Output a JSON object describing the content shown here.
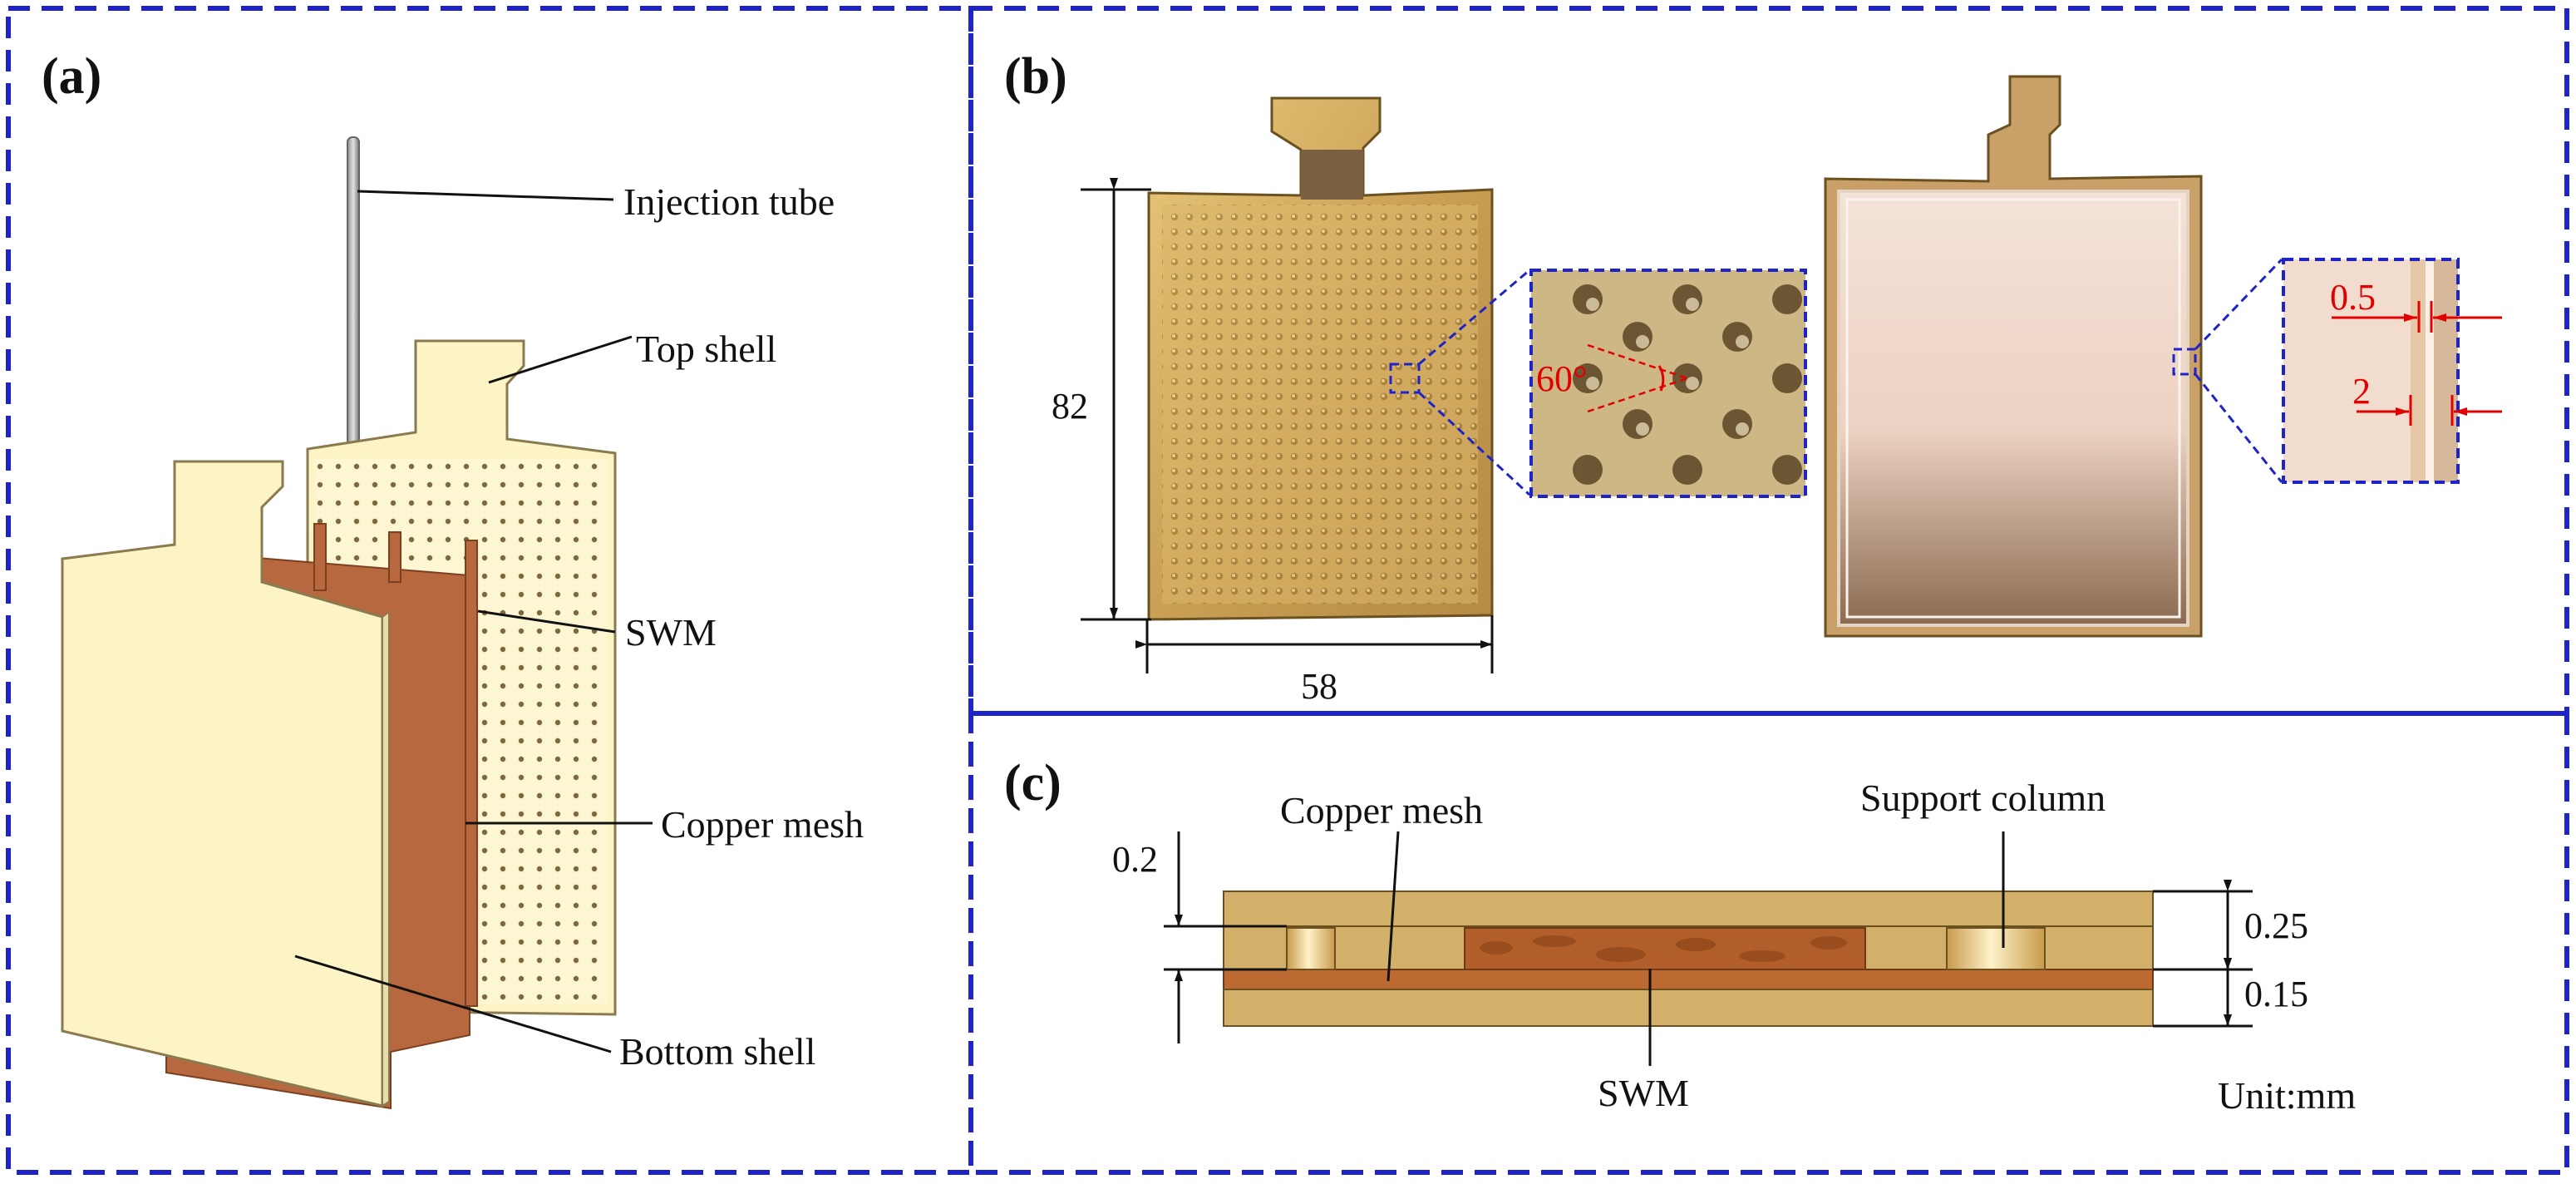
{
  "panels": {
    "a": {
      "letter": "(a)",
      "labels": {
        "injection_tube": "Injection tube",
        "top_shell": "Top shell",
        "swm": "SWM",
        "copper_mesh": "Copper mesh",
        "bottom_shell": "Bottom shell"
      }
    },
    "b": {
      "letter": "(b)",
      "dimensions": {
        "height": "82",
        "width": "58",
        "angle": "60°",
        "wall": "0.5",
        "gap": "2"
      }
    },
    "c": {
      "letter": "(c)",
      "labels": {
        "copper_mesh": "Copper mesh",
        "support_column": "Support column",
        "swm": "SWM",
        "unit": "Unit:mm"
      },
      "dimensions": {
        "left": "0.2",
        "upper": "0.25",
        "lower": "0.15"
      }
    }
  },
  "colors": {
    "frame_dash": "#1f24c8",
    "shell": "#fdf4c6",
    "copper": "#b8683f",
    "gold_plate": "#d8b46a",
    "dimension_red": "#e30000",
    "cross_section_shell": "#d2b06a",
    "cross_section_copper": "#bd6a32"
  }
}
